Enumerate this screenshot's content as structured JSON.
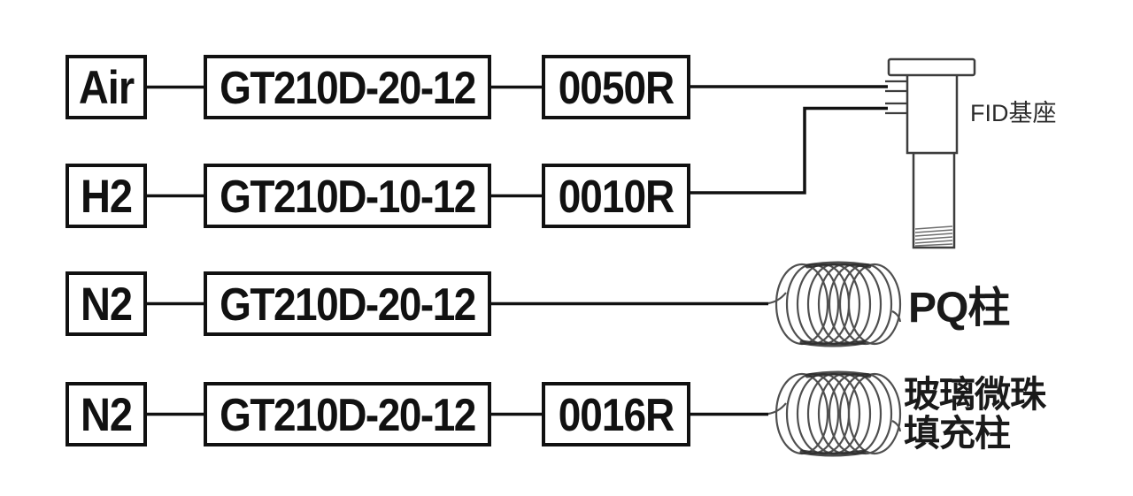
{
  "diagram": {
    "rows": [
      {
        "source": "Air",
        "regulator": "GT210D-20-12",
        "controller": "0050R",
        "target": "fid-base"
      },
      {
        "source": "H2",
        "regulator": "GT210D-10-12",
        "controller": "0010R",
        "target": "fid-base"
      },
      {
        "source": "N2",
        "regulator": "GT210D-20-12",
        "controller": "",
        "target": "pq-column"
      },
      {
        "source": "N2",
        "regulator": "GT210D-20-12",
        "controller": "0016R",
        "target": "packed-column"
      }
    ],
    "labels": {
      "fid_base": "FID基座",
      "pq_column": "PQ柱",
      "packed_column_line1": "玻璃微珠",
      "packed_column_line2": "填充柱"
    },
    "colors": {
      "line": "#111111",
      "fixture_stroke": "#3d3d3d",
      "coil_stroke": "#4f4f4f",
      "background": "#ffffff"
    }
  }
}
